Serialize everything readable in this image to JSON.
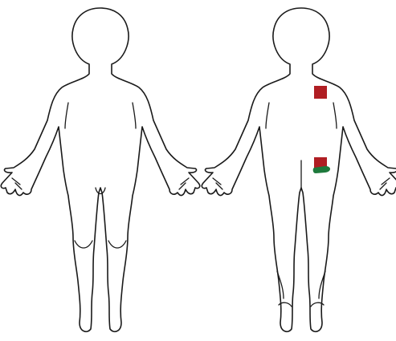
{
  "figures": [
    {
      "view": "front",
      "markers": []
    },
    {
      "view": "back",
      "markers": [
        {
          "region": "upper-back-right",
          "colors": [
            "#b01e23"
          ]
        },
        {
          "region": "lower-back-right",
          "colors": [
            "#b01e23",
            "#1e7a3c"
          ]
        }
      ]
    }
  ],
  "colors": {
    "outline": "#1a1a1a",
    "background": "#ffffff",
    "marker_red": "#b01e23",
    "marker_green": "#1e7a3c"
  }
}
